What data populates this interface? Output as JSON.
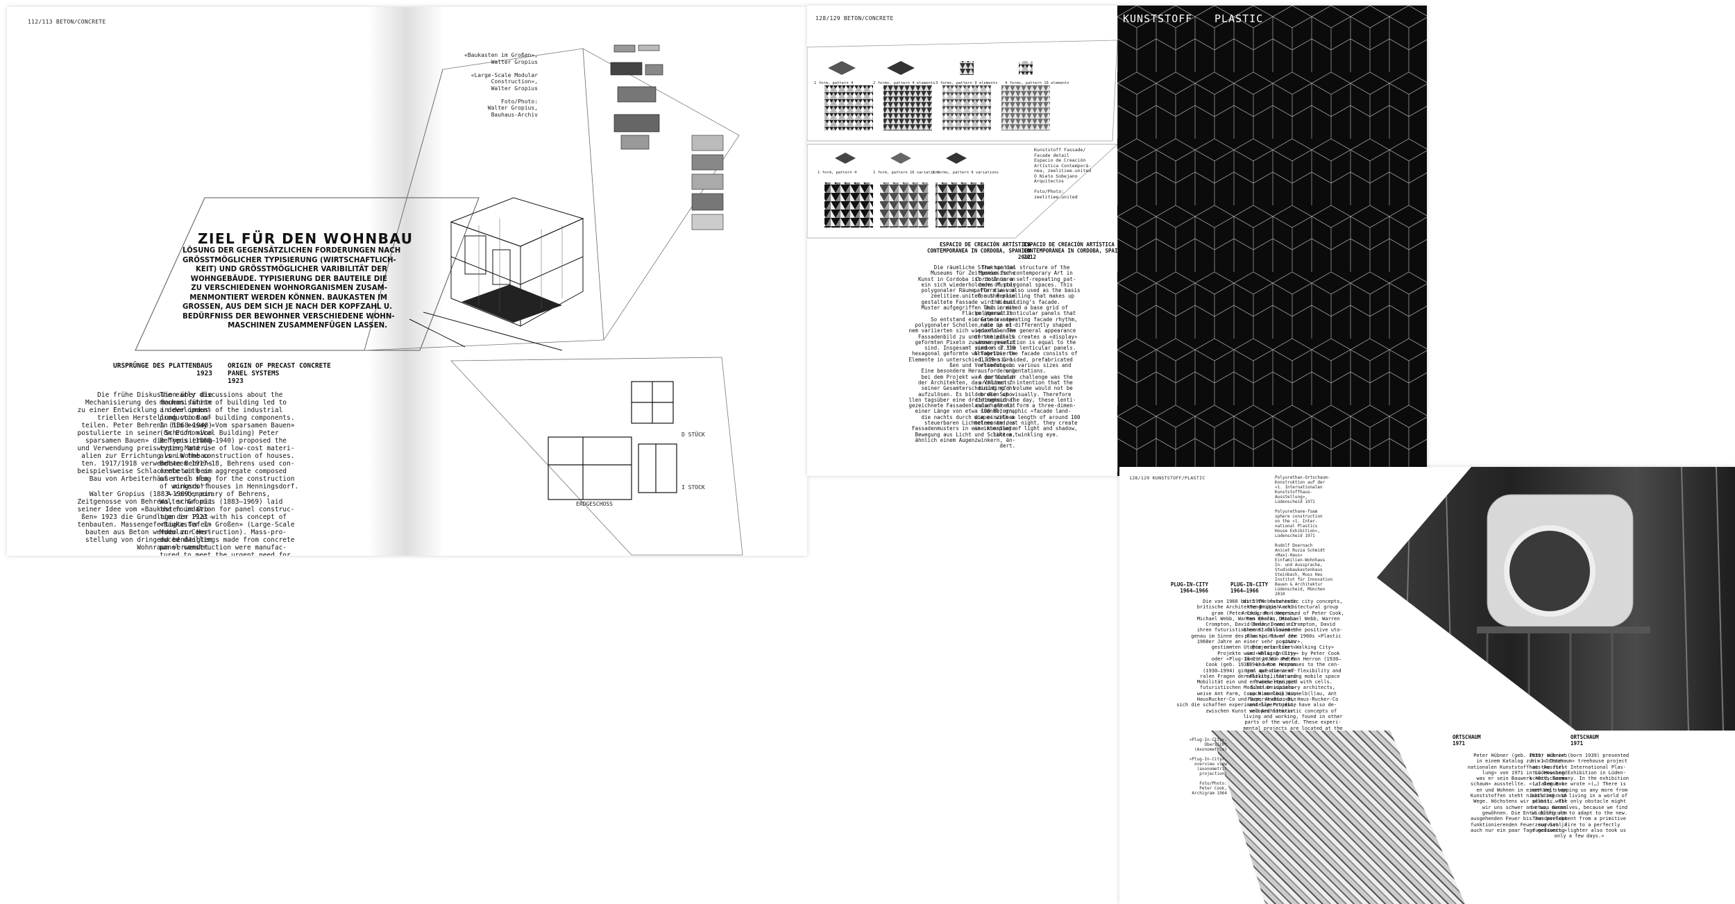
{
  "spread1": {
    "left_folio": "112/113  BETON/CONCRETE",
    "heading_title": "ZIEL FÜR DEN WOHNBAU",
    "heading_body": "LÖSUNG DER GEGENSÄTZLICHEN FORDERUNGEN NACH\nGRÖSSTMÖGLICHER TYPISIERUNG (WIRTSCHAFTLICH-\nKEIT) UND GRÖSSTMÖGLICHER VARIBILITÄT DER\nWOHNGEBÄUDE. TYPISIERUNG DER BAUTEILE DIE\nZU VERSCHIEDENEN WOHNORGANISMEN ZUSAM-\nMENMONTIERT WERDEN KÖNNEN. BAUKASTEN IM\nGROSSEN, AUS DEM SICH JE NACH DER KOPFZAHL U.\nBEDÜRFNISS DER BEWOHNER VERSCHIEDENE WOHN-\nMASCHINEN ZUSAMMENFÜGEN LASSEN.",
    "caption_top": "«Baukasten im Großen»,\nWalter Gropius\n\n«Large-Scale Modular\nConstruction»,\nWalter Gropius\n\nFoto/Photo:\nWalter Gropius,\nBauhaus-Archiv",
    "de_heading": "URSPRÜNGE DES PLATTENBAUS\n1923",
    "en_heading": "ORIGIN OF PRECAST CONCRETE\nPANEL SYSTEMS\n1923",
    "de_body": "Die frühe Diskussion über die\nMechanisierung des Bauens führte\nzu einer Entwicklung in der indus-\ntriellen Herstellung von Bau-\nteilen. Peter Behrens (1868–1940)\npostulierte in seiner Schrift «Vom\nsparsamen Bauen» die Typisierung\nund Verwendung preiswerter Materi-\nalien zur Errichtung von Wohnbau-\nten. 1917/1918 verwendete Behrens\nbeispielsweise Schlackenbeton beim\nBau von Arbeiterhäusern in Hen-\nningsdorf.\nWalter Gropius (1883–1969), ein\nZeitgenosse von Behrens, schuf mit\nseiner Idee vom «Baukasten im Gro-\nßen» 1923 die Grundlage der Plat-\ntenbauten. Massengefertigte Tafel-\nbauten aus Beton werden zur Her-\nstellung von dringend benötigtem\nWohnraum verwendet.",
    "en_body": "The early discussions about the\nmechanisation of building led to\na development of the industrial\nproduction of building components.\nIn his essay «Vom sparsamen Bauen»\n(On Economical Building) Peter\nBehrens (1868–1940) proposed the\ntyping and use of low-cost materi-\nals in the construction of houses.\nBetween 1917–18, Behrens used con-\ncrete with an aggregate composed\nof steel slag for the construction\nof workers’ houses in Henningsdorf.\nA contemporary of Behrens,\nWalter Gropius (1883–1969) laid\nthe foundation for panel construc-\ntion in 1923 with his concept of\n«Baukasten im Großen» (Large-Scale\nModular Construction). Mass-pro-\nduced dwellings made from concrete\npanel construction were manufac-\ntured to meet the urgent need for\nliving space.",
    "plan_labels": [
      "D STÜCK",
      "I STOCK",
      "ERDGESCHOSS"
    ]
  },
  "spread2": {
    "left_folio": "128/129  BETON/CONCRETE",
    "row1_captions": [
      "1 form, pattern 4",
      "2 forms, pattern 4 elements",
      "3 forms, pattern 9 elements",
      "4 forms, pattern 16 elements"
    ],
    "row2_captions": [
      "1 form, pattern 4",
      "1 form, pattern 16 variations",
      "3 forms, pattern 9 variations"
    ],
    "side_caption": "Kunststoff Fassade/\nFacade detail\nEspacio de Creación\nArtística Contemporá-\nnea, zeelitiee.united\nO Nieto Sobejano\nArquitectos\n\nFoto/Photo:\nzeelitiee.united",
    "de_heading": "ESPACIO DE CREACIÓN ARTÍSTICA\nCONTEMPORÁNEA IN CORDOBA, SPANIEN\n2012",
    "en_heading": "ESPACIO DE CREACIÓN ARTÍSTICA\nCONTEMPORÁNEA IN CORDOBA, SPAIN\n2012",
    "de_body": "Die räumliche Struktur des\nMuseums für Zeitgenössische\nKunst in Cordoba ist im Inneren\nein sich wiederholendes Muster\npolygonaler Räume. Für die von\nzeelitiee.united aus Berlin\ngestaltete Fassade wird dieses\nMuster aufgegriffen und in die\nFläche übersetzt.\nSo entstand ein Grundraster\npolygonaler Schollen, die in ei-\nnem variierten sich wiederholenden\nFassadenbild zu unterschiedlich\ngeformten Pixeln zusammengesetzt\nsind. Insgesamt sind es 1.319\nhexagonal geformte vorfabrizierte\nElemente in unterschiedlichen Grö-\nßen und Vertiefungen.\nEine besondere Herausforderung\nbei dem Projekt war der Wunsch\nder Architekten, das Volumen in\nseiner Gesamterscheinung nicht\naufzulösen. Es bilden die Scho-\nllen tagsüber eine dreidimensional\ngezeichnete Fassadenlandschaft mit\neiner Länge von etwa 100 Metern,\ndie nachts durch die einzelnen\nsteuerbaren Lichtelemente des\nFassadenmusters in eine konstante\nBewegung aus Licht und Schatten,\nähnlich einem Augenzwinkern, än-\ndert.",
    "en_body": "The spatial structure of the\nMuseum for contemporary Art in\nCordoba is a self-repeating pat-\ntern of polygonal spaces. This\npattern was also used as the basis\nfor the panelling that makes up\nthe building’s facade.\nThis created a base grid of\npolygonal lenticular panels that\ncreate a repeating facade rhythm,\nmade up of differently shaped\n«pixels». The general appearance\nof the pixels creates a «display»\nwhose resolution is equal to the\nnumber of the lenticular panels.\nAltogether the facade consists of\n1,319 six-sided, prefabricated\nelements in various sizes and\norientations.\nA particular challenge was the\narchitects’ intention that the\nbuilding’s volume would not be\nbroken up visually. Therefore\nthroughout the day, these lenti-\ncular panels form a three-dimen-\nsional, graphic «facade land-\nscape» with a length of around 100\nmetres and, at night, they create\nan interplay of light and shadow,\nlike a twinkling eye.",
    "plastic_de": "KUNSTSTOFF",
    "plastic_en": "PLASTIC"
  },
  "spread3": {
    "left_folio": "128/129  KUNSTSTOFF/PLASTIC",
    "top_caption": "Polyurethan-Ortschaum-\nKonstruktion auf der\n«1. Internationalen\nKunststoffhaus-\nAusstellung»,\nLüdenscheid 1971\n\nPolyurethane-foam\nsphere construction\non the «1. Inter-\nnational Plastics\nHouse Exhibition»,\nLüdenscheid 1971\n\nRudolf Doernach\nAnicet Ruzza Schmidt\n«Maxi-Haus»\nEinfamilien-Wohnhaus\nIn- und Aussprache,\nStudiobaukastenhaus\nSteinbach, Muss Heu\nInstitut für Innovation\nBauen & Architektur\nLüdenscheid, München\n2010",
    "de_heading": "PLUG-IN-CITY\n1964–1966",
    "en_heading": "PLUG-IN-CITY\n1964–1966",
    "de_body": "Die von 1960 bis 1974 bestehende\nbritische Architektengruppe Archi-\ngram (Peter Cook, Ron Herron,\nMichael Webb, Warren Chalk, Dennis\nCrompton, David Greene) war mit\nihren futuristischen Stadtvisionen\ngenau im Sinne des Plastic Power der\n1960er Jahre an einer sehr positiv\ngestimmten Utopie orientiert.\nProjekte wie «Walking City»\noder «Plug-In-City» von Peter\nCook (geb. 1936) und Ron Herron\n(1930–1994) gingen auf die zent-\nralen Fragen der Flexibilität und\nMobilität ein und entwickelten mit\nfuturistischen Modulen beispiels-\nweise Ant Farm, Coop Himmelb(l)au,\nHausRucker-Co und Superstudio. Die\nsich die schaffen experimentelle Projekte\nzwischen Kunst und Architektur.",
    "en_body": "With the futuristic city concepts,\nthe British architectural group\nArchigram (comprised of Peter Cook,\nRon Herron, Michael Webb, Warren\nChalk, Dennis Crompton, David\nGreene) followed the positive uto-\npian spirit of the 1960s «Plastic\npower».\nProjects like «Walking City»\nand «Plug-In-City» by Peter Cook\n(born 1936) and Ron Herron (1930–\n1994) were responses to the cen-\ntral questions of flexibility and\nmobility, featuring mobile space\nframes equipped with cells.\nSimilar visionary architects,\nsuch as Coop Himmelb(l)au, Ant\nFarm, Archizoom, Haus-Rucker-Co\nand Superstudio, have also de-\nveloped futuristic concepts of\nliving and working, found in other\nparts of the world. These experi-\nmental projects are located at the\nintersection of art and architec-\nture.",
    "plug_caption": "«Plug-In-City»,\nÜbersicht\n(Axonometrie)\n\n«Plug-In-City»,\noverview view\n(axonometric\nprojection)\n\nFoto/Photo:\nPeter Cook,\nArchigram 1964",
    "ort_de_heading": "ORTSCHAUM\n1971",
    "ort_en_heading": "ORTSCHAUM\n1971",
    "ort_de_body": "Peter Hübner (geb. 1939) schrieb\nin einem Katalog zur «1. Inter-\nnationalen Kunststoffhaus-Ausstel-\nlung» von 1971 in Lüdenscheid\nwas er sein Bauwerk «Ortschaum»\nschaum» ausstellte. «(…) Dem Bau-\nen und Wohnen in einer Welt von\nKunststoffen steht nichts mehr im\nWege. Höchstens wir selbst, weil\nwir uns schwer an etwas Neues\ngewöhnen. Die Entwicklung vom\nausgehenden Feuer bis zum perfekt\nfunktionierenden Feuerzeug hat ja\nauch nur ein paar Tage gedauert.»",
    "ort_en_body": "Peter Hübner (born 1939) presented\nhis «Ortschaum» treehouse project\nat the first International Plas-\ntic Housing Exhibition in Lüden-\nscheid, Germany. In the exhibition\ncatalogue he wrote «(…) There is\nnothing stopping us any more from\nbuilding and living in a world of\nplastic. The only obstacle might\nbe us, ourselves, because we find\nit difficult to adapt to the new.\nThe development from a primitive\nsurvival fire to a perfectly\nfunctioning lighter also took us\nonly a few days.»"
  }
}
